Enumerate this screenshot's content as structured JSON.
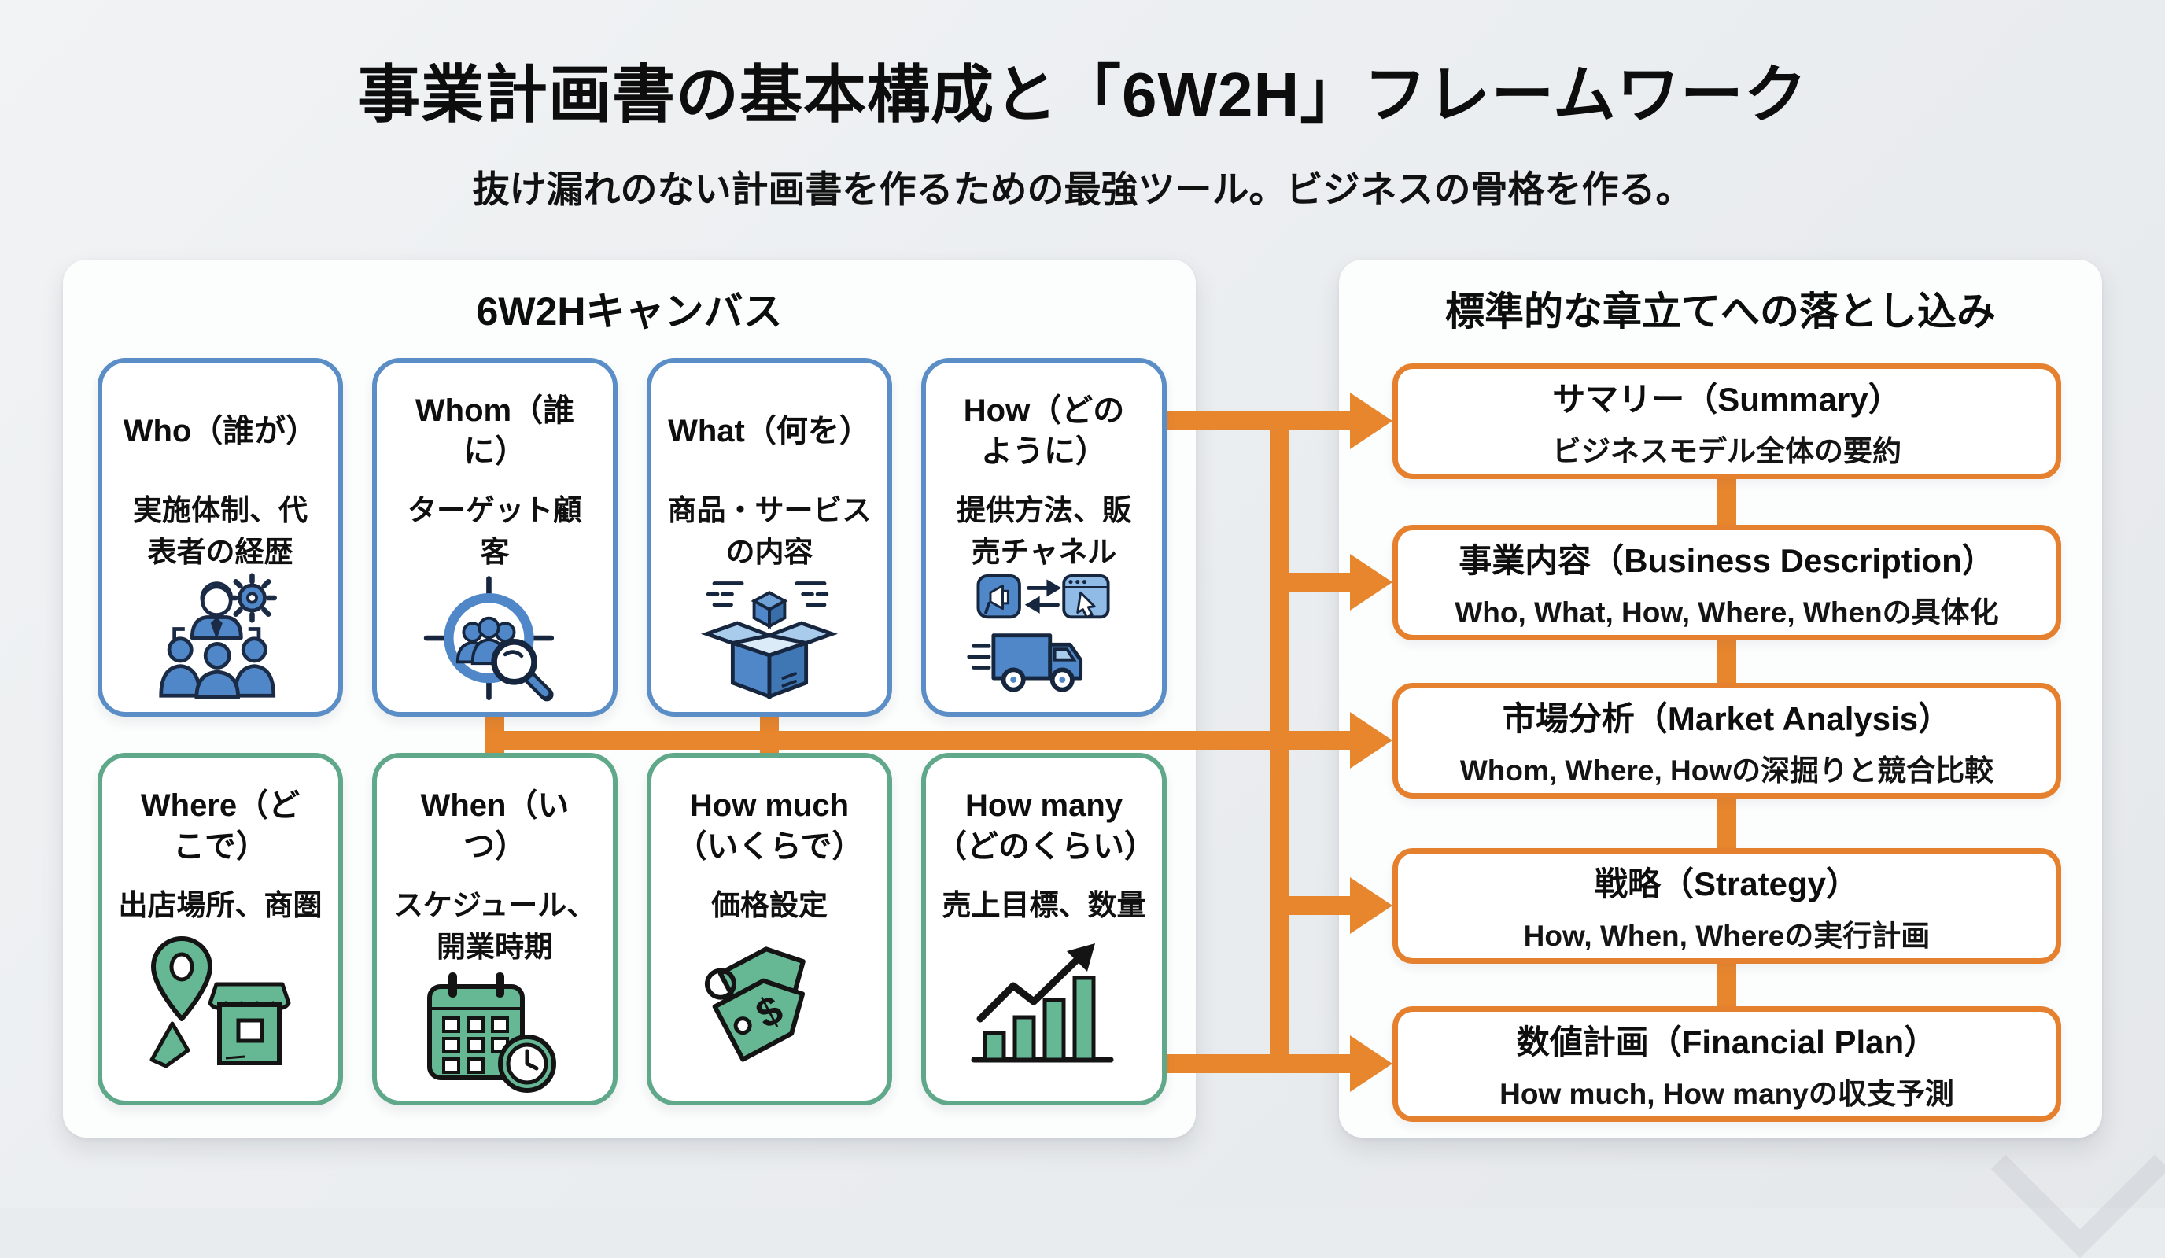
{
  "header": {
    "title": "事業計画書の基本構成と「6W2H」フレームワーク",
    "subtitle": "抜け漏れのない計画書を作るための最強ツール。ビジネスの骨格を作る。"
  },
  "left_panel": {
    "title": "6W2Hキャンバス",
    "cards": [
      {
        "label": "Who（誰が）",
        "desc": "実施体制、代\n表者の経歴",
        "icon": "team-icon",
        "color": "blue"
      },
      {
        "label": "Whom（誰\nに）",
        "desc": "ターゲット顧\n客",
        "icon": "target-customer-icon",
        "color": "blue"
      },
      {
        "label": "What（何を）",
        "desc": "商品・サービス\nの内容",
        "icon": "product-box-icon",
        "color": "blue"
      },
      {
        "label": "How（どの\nように）",
        "desc": "提供方法、販\n売チャネル",
        "icon": "delivery-channel-icon",
        "color": "blue"
      },
      {
        "label": "Where（ど\nこで）",
        "desc": "出店場所、商圏",
        "icon": "location-store-icon",
        "color": "green"
      },
      {
        "label": "When（い\nつ）",
        "desc": "スケジュール、\n開業時期",
        "icon": "calendar-clock-icon",
        "color": "green"
      },
      {
        "label": "How much\n（いくらで）",
        "desc": "価格設定",
        "icon": "price-tag-icon",
        "color": "green"
      },
      {
        "label": "How many\n（どのくらい）",
        "desc": "売上目標、数量",
        "icon": "growth-chart-icon",
        "color": "green"
      }
    ]
  },
  "right_panel": {
    "title": "標準的な章立てへの落とし込み",
    "chapters": [
      {
        "title": "サマリー（Summary）",
        "desc": "ビジネスモデル全体の要約"
      },
      {
        "title": "事業内容（Business Description）",
        "desc": "Who, What, How, Where, Whenの具体化"
      },
      {
        "title": "市場分析（Market Analysis）",
        "desc": "Whom, Where, Howの深掘りと競合比較"
      },
      {
        "title": "戦略（Strategy）",
        "desc": "How, When, Whereの実行計画"
      },
      {
        "title": "数値計画（Financial Plan）",
        "desc": "How much, How manyの収支予測"
      }
    ]
  },
  "colors": {
    "accent_orange": "#E8862E",
    "card_border_blue": "#5B8EC6",
    "card_border_green": "#5FA88A",
    "icon_blue": "#4F87C8",
    "icon_green": "#66B894"
  }
}
